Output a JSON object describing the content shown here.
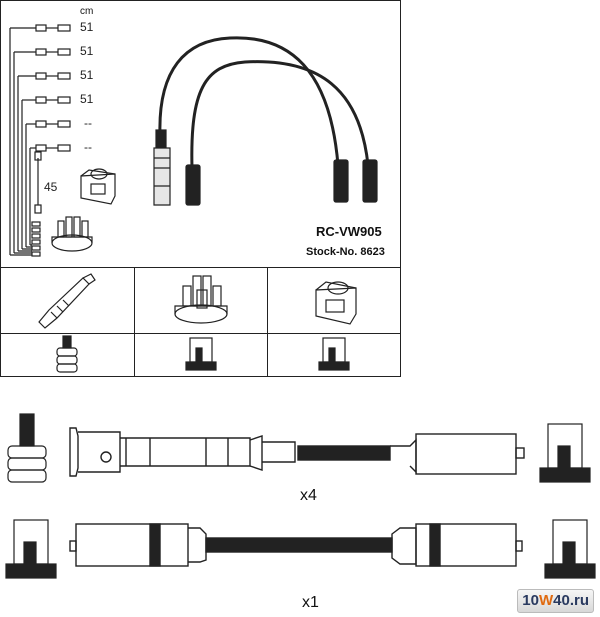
{
  "header": {
    "unit_label": "cm",
    "model": "RC-VW905",
    "stock": "Stock-No. 8623"
  },
  "lengths": [
    "51",
    "51",
    "51",
    "51",
    "--",
    "--"
  ],
  "coil_lead_length": "45",
  "kits": [
    {
      "multiplier": "x4"
    },
    {
      "multiplier": "x1"
    }
  ],
  "watermark": {
    "prefix": "10",
    "highlight": "W",
    "suffix": "40.ru"
  },
  "icons": {
    "spark_plug": "spark-plug-icon",
    "distributor": "distributor-cap-icon",
    "coil": "ignition-coil-icon"
  }
}
